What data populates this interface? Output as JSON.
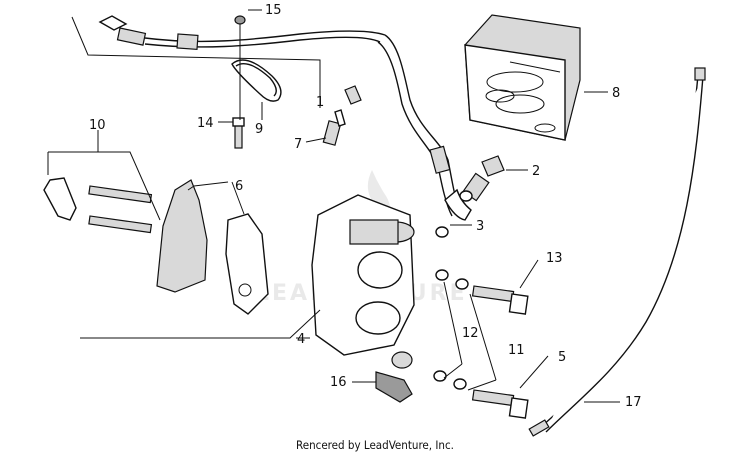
{
  "callouts": [
    {
      "id": "1",
      "text": "1"
    },
    {
      "id": "2",
      "text": "2"
    },
    {
      "id": "3",
      "text": "3"
    },
    {
      "id": "4",
      "text": "4"
    },
    {
      "id": "5",
      "text": "5"
    },
    {
      "id": "6",
      "text": "6"
    },
    {
      "id": "7",
      "text": "7"
    },
    {
      "id": "8",
      "text": "8"
    },
    {
      "id": "9",
      "text": "9"
    },
    {
      "id": "10",
      "text": "10"
    },
    {
      "id": "11",
      "text": "11"
    },
    {
      "id": "12",
      "text": "12"
    },
    {
      "id": "13",
      "text": "13"
    },
    {
      "id": "14",
      "text": "14"
    },
    {
      "id": "15",
      "text": "15"
    },
    {
      "id": "16",
      "text": "16"
    },
    {
      "id": "17",
      "text": "17"
    }
  ],
  "footer": {
    "credit": "Rencered by LeadVenture, Inc."
  },
  "watermark": {
    "text": "LEADVENTURE"
  }
}
